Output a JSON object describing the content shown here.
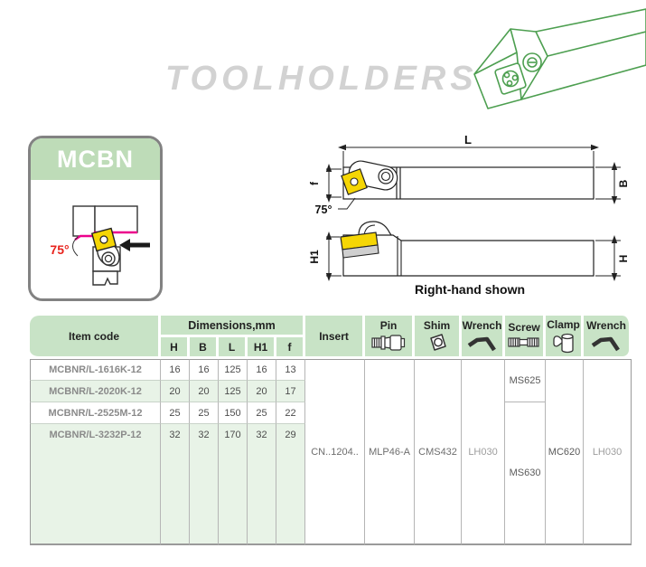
{
  "page": {
    "title": "TOOLHOLDERS",
    "note": "Right-hand shown"
  },
  "mcbn_card": {
    "label": "MCBN",
    "angle_label": "75°"
  },
  "drawing": {
    "dim_L": "L",
    "dim_B": "B",
    "dim_f": "f",
    "dim_H1": "H1",
    "dim_H": "H",
    "angle_label": "75°"
  },
  "table": {
    "header": {
      "item_code": "Item code",
      "dimensions_group": "Dimensions,mm",
      "dims": [
        "H",
        "B",
        "L",
        "H1",
        "f"
      ],
      "insert": "Insert",
      "accessories": [
        {
          "label": "Pin",
          "icon": "pin-icon"
        },
        {
          "label": "Shim",
          "icon": "shim-icon"
        },
        {
          "label": "Wrench",
          "icon": "hex-wrench-icon"
        },
        {
          "label": "Screw",
          "icon": "screw-icon"
        },
        {
          "label": "Clamp",
          "icon": "clamp-icon"
        },
        {
          "label": "Wrench",
          "icon": "hex-wrench-icon"
        }
      ]
    },
    "rows": [
      {
        "item_code": "MCBNR/L-1616K-12",
        "H": "16",
        "B": "16",
        "L": "125",
        "H1": "16",
        "f": "13"
      },
      {
        "item_code": "MCBNR/L-2020K-12",
        "H": "20",
        "B": "20",
        "L": "125",
        "H1": "20",
        "f": "17"
      },
      {
        "item_code": "MCBNR/L-2525M-12",
        "H": "25",
        "B": "25",
        "L": "150",
        "H1": "25",
        "f": "22"
      },
      {
        "item_code": "MCBNR/L-3232P-12",
        "H": "32",
        "B": "32",
        "L": "170",
        "H1": "32",
        "f": "29"
      }
    ],
    "shared": {
      "insert": "CN..1204..",
      "pin": "MLP46-A",
      "shim": "CMS432",
      "wrench_a": "LH030",
      "screw_rows_1_2": "MS625",
      "screw_rows_3_4": "MS630",
      "clamp": "MC620",
      "wrench_b": "LH030"
    }
  },
  "colors": {
    "header_green": "#c8e3c6",
    "row_green": "#e8f3e7",
    "badge_green": "#bedcb8",
    "accent_magenta": "#ec008c",
    "insert_yellow": "#f5d605",
    "angle_red": "#e8231d",
    "illustration_green": "#4d9f50",
    "title_gray": "#d2d2d2"
  }
}
